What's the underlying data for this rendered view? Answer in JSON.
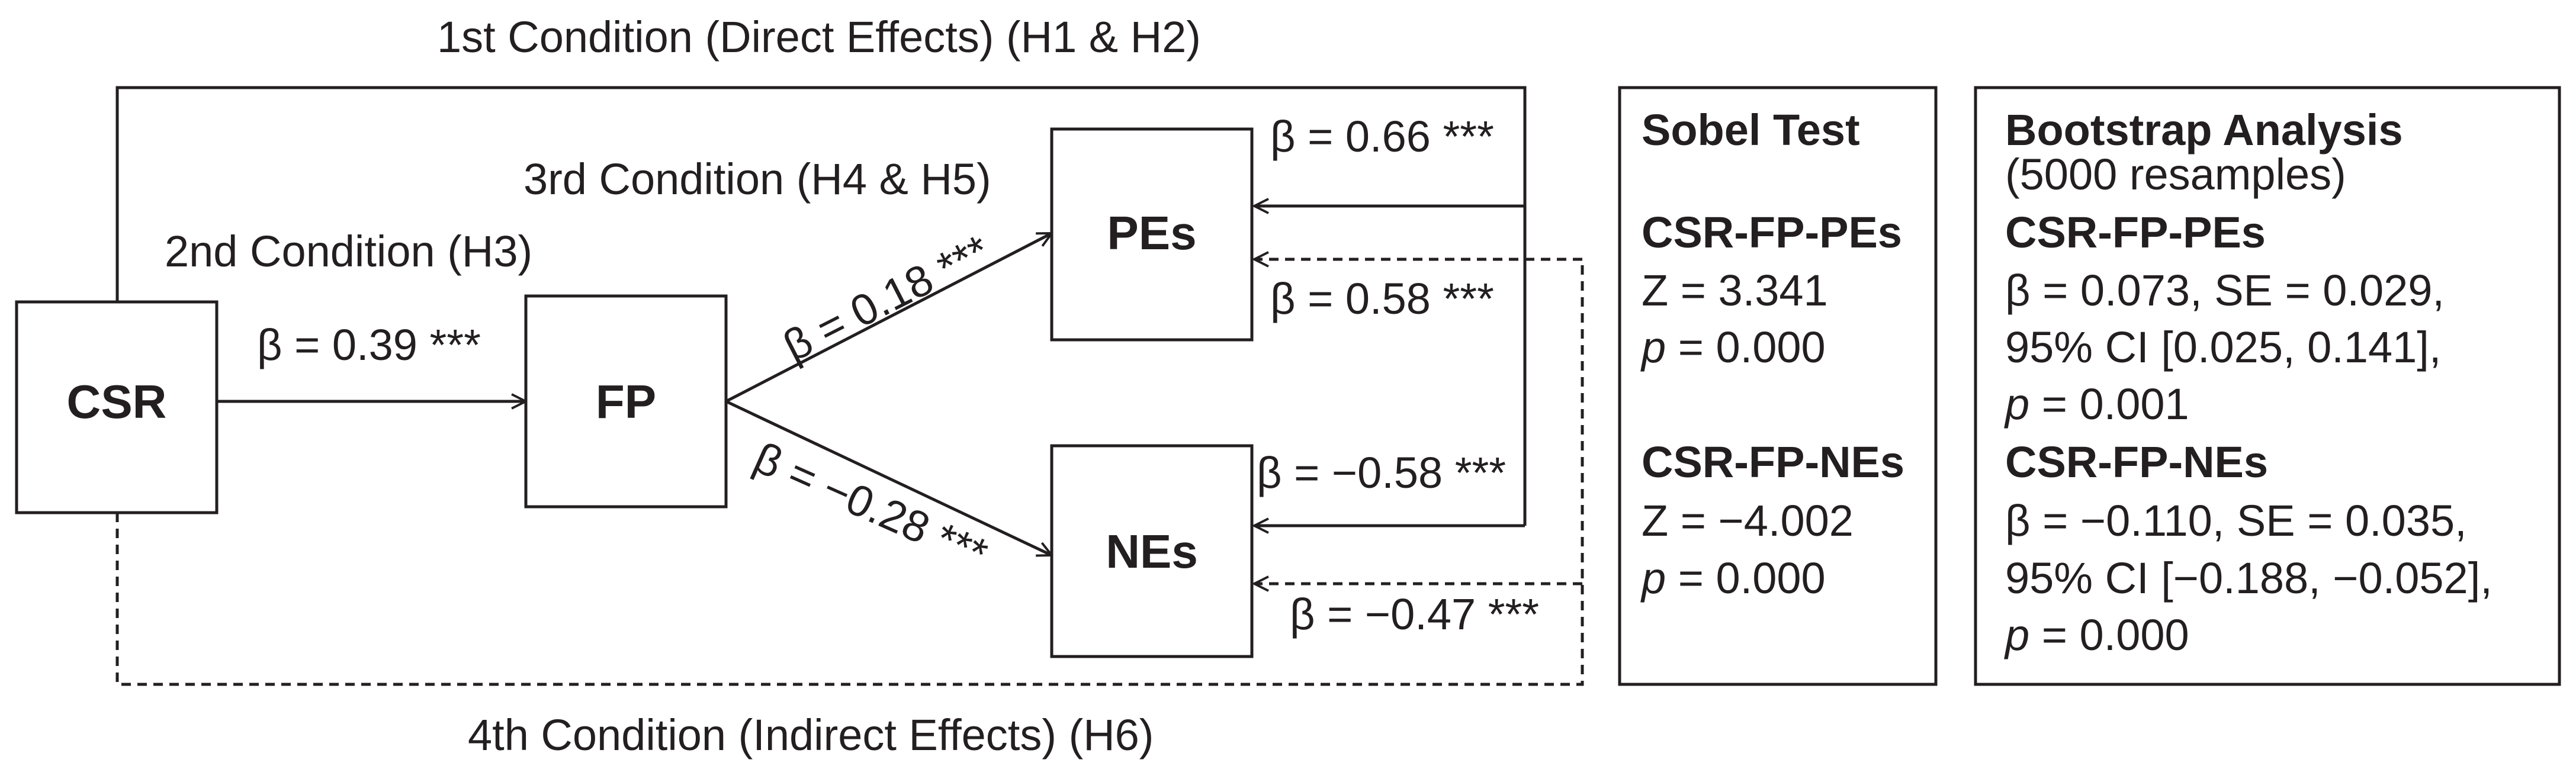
{
  "conditions": {
    "first": "1st Condition (Direct Effects) (H1 & H2)",
    "second": "2nd Condition (H3)",
    "third": "3rd Condition (H4 & H5)",
    "fourth": "4th Condition (Indirect Effects) (H6)"
  },
  "nodes": {
    "csr": "CSR",
    "fp": "FP",
    "pes": "PEs",
    "nes": "NEs"
  },
  "paths": {
    "csr_fp": "β = 0.39 ***",
    "fp_pes": "β = 0.18 ***",
    "fp_nes": "β = −0.28 ***",
    "csr_pes_direct": "β = 0.66 ***",
    "csr_pes_indirect": "β = 0.58 ***",
    "csr_nes_direct": "β = −0.58 ***",
    "csr_nes_indirect": "β = −0.47 ***"
  },
  "sobel": {
    "title": "Sobel Test",
    "pes_head": "CSR-FP-PEs",
    "pes_z": "Z = 3.341",
    "pes_p_symbol": "p",
    "pes_p_value": " = 0.000",
    "nes_head": "CSR-FP-NEs",
    "nes_z": "Z = −4.002",
    "nes_p_symbol": "p",
    "nes_p_value": " = 0.000"
  },
  "bootstrap": {
    "title": "Bootstrap Analysis",
    "subtitle": "(5000 resamples)",
    "pes_head": "CSR-FP-PEs",
    "pes_line1": "β = 0.073, SE = 0.029,",
    "pes_line2": "95% CI [0.025, 0.141],",
    "pes_p_symbol": "p",
    "pes_p_value": " = 0.001",
    "nes_head": "CSR-FP-NEs",
    "nes_line1": "β = −0.110, SE = 0.035,",
    "nes_line2": "95% CI [−0.188, −0.052],",
    "nes_p_symbol": "p",
    "nes_p_value": " = 0.000"
  }
}
